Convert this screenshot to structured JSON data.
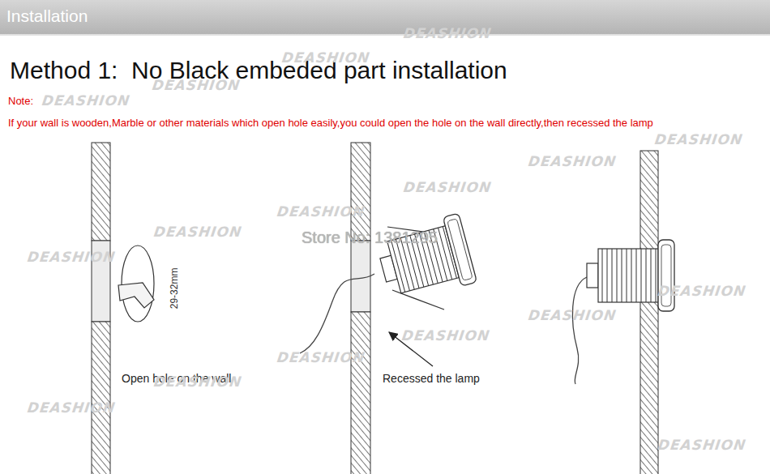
{
  "diagram": {
    "title": "Installation",
    "labels": [
      "Method 1:  No Black embeded part installation",
      "Note:",
      "If your wall is wooden,Marble or other materials which open hole easily,you could open the hole on the wall directly,then recessed the lamp",
      "29-32mm",
      "Open hole on the wall",
      "Store No: 1381295",
      "Recessed the lamp",
      "DEASHION",
      "DEASHION",
      "DEASHION",
      "DEASHION",
      "DEASHION",
      "DEASHION",
      "DEASHION",
      "DEASHION",
      "DEASHION",
      "DEASHION",
      "DEASHION",
      "DEASHION",
      "DEASHION",
      "DEASHION",
      "DEASHION",
      "DEASHION",
      "DEASHION"
    ]
  }
}
